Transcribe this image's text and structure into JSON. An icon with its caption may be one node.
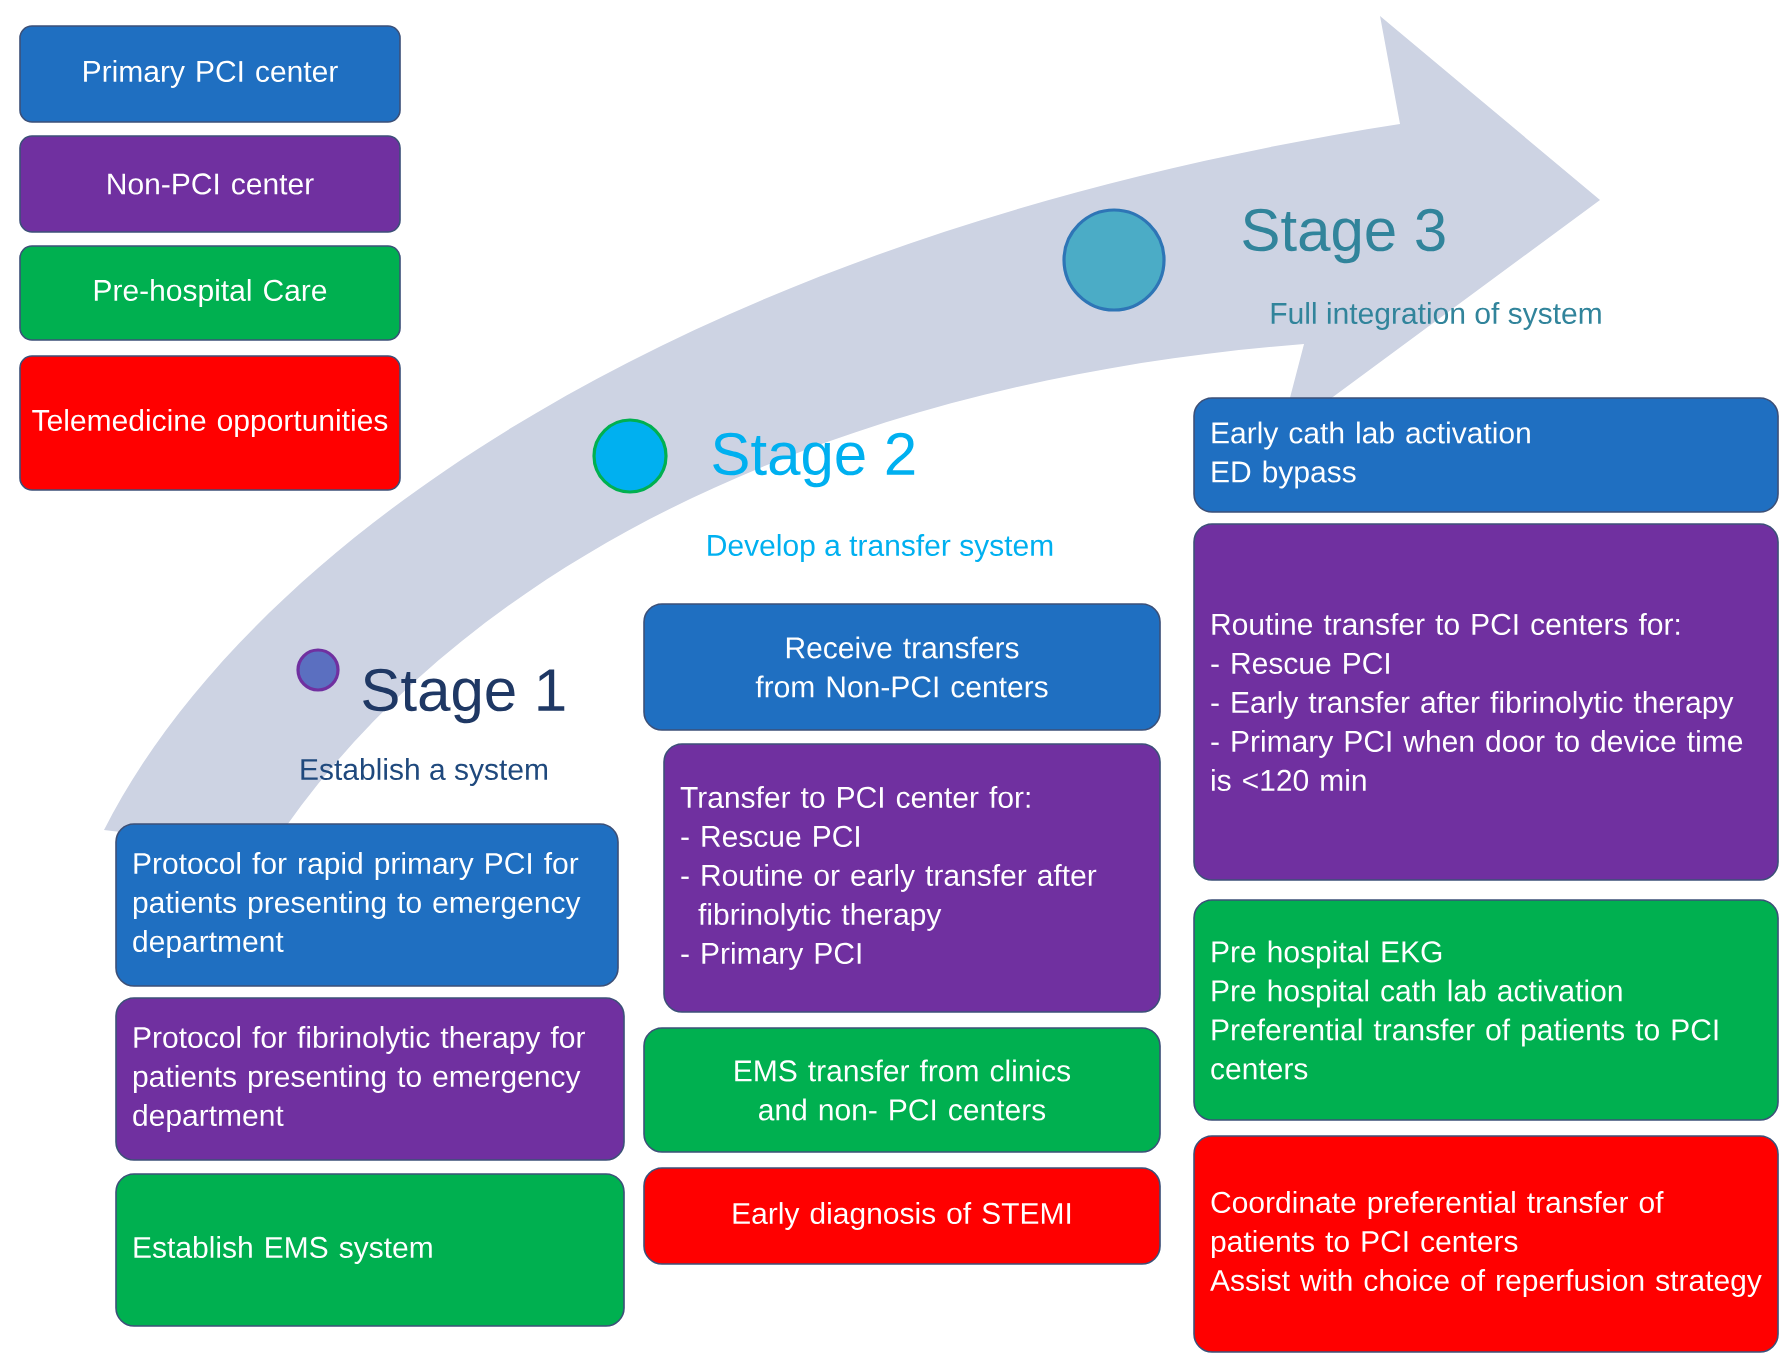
{
  "diagram": {
    "nodes": [
      {
        "text": [],
        "shape": "circle",
        "beside": [
          "Stage 1",
          "Establish a system"
        ]
      },
      {
        "text": [
          "Protocol for rapid primary PCI for patients presenting to emergency department"
        ]
      },
      {
        "text": [
          "Protocol for fibrinolytic therapy for patients presenting to emergency department"
        ]
      },
      {
        "text": [
          "Establish EMS system"
        ]
      },
      {
        "text": [],
        "shape": "circle",
        "beside": [
          "Stage 2",
          "Develop a transfer system"
        ]
      },
      {
        "text": [
          "Receive transfers from Non-PCI centers"
        ]
      },
      {
        "text": [
          "Transfer to PCI center for:",
          "- Rescue PCI",
          "- Routine or early transfer after fibrinolytic therapy",
          "- Primary PCI"
        ]
      },
      {
        "text": [
          "EMS transfer from clinics and non- PCI centers"
        ]
      },
      {
        "text": [
          "Early diagnosis of STEMI"
        ]
      },
      {
        "text": [],
        "shape": "circle",
        "beside": [
          "Stage 3",
          "Full integration of system"
        ]
      },
      {
        "text": [
          "Early cath lab activation",
          "ED bypass"
        ]
      },
      {
        "text": [
          "Routine transfer to PCI centers for:",
          "- Rescue PCI",
          "- Early transfer after fibrinolytic therapy",
          "- Primary PCI when door to device time is <120 min"
        ]
      },
      {
        "text": [
          "Pre hospital EKG",
          "Pre hospital cath lab activation",
          "Preferential transfer of patients to PCI centers"
        ]
      },
      {
        "text": [
          "Coordinate preferential transfer of patients to PCI centers",
          "Assist with choice of reperfusion strategy"
        ]
      }
    ],
    "legend": [
      {
        "text": "Primary PCI center",
        "color": "#1f6fc1"
      },
      {
        "text": "Non-PCI center",
        "color": "#7030a0"
      },
      {
        "text": "Pre-hospital Care",
        "color": "#00b050"
      },
      {
        "text": "Telemedicine opportunities",
        "color": "#ff0000"
      }
    ]
  }
}
